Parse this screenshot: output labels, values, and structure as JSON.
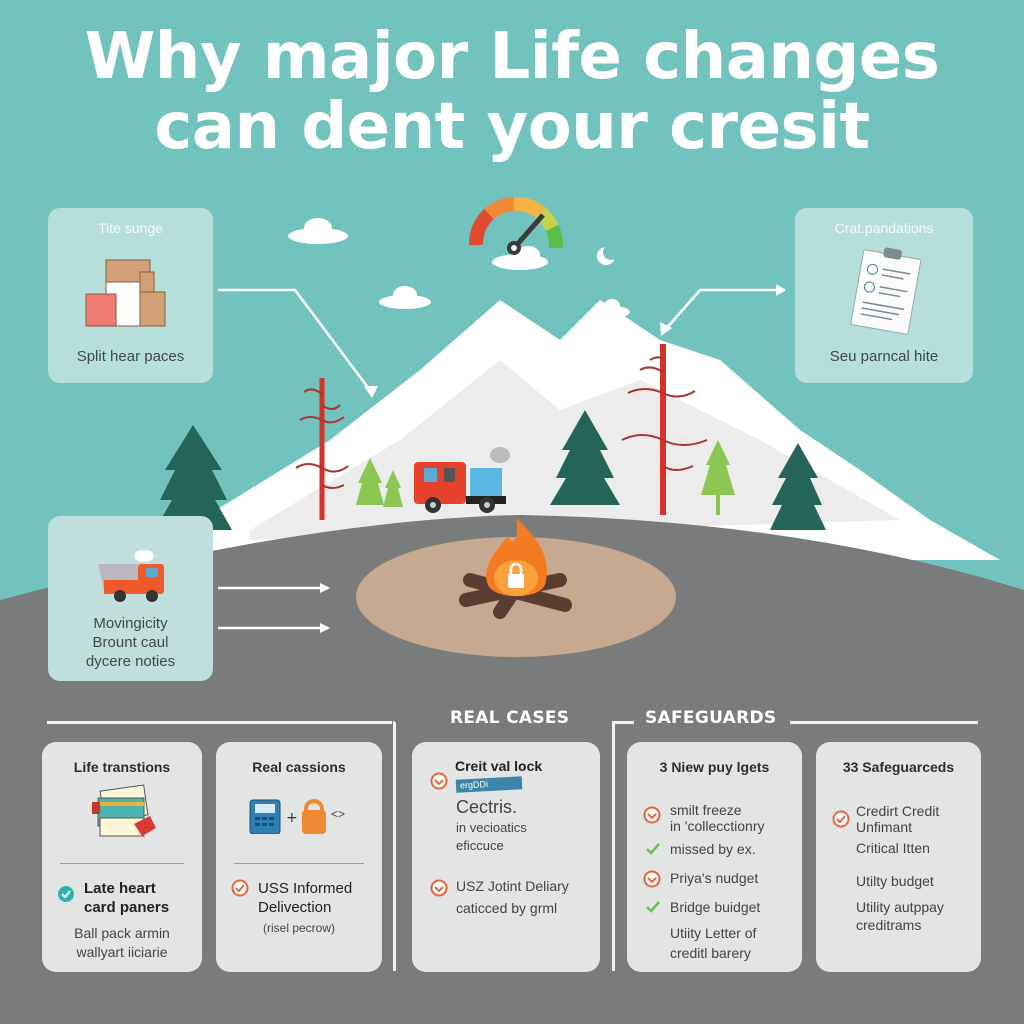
{
  "title": {
    "line1": "Why major Life changes",
    "line2": "can dent your cresit"
  },
  "colors": {
    "sky": "#72c2bd",
    "ground": "#7a7c7c",
    "accent_orange": "#e8643a",
    "check_green": "#6bbf59",
    "check_teal": "#2fb3b0"
  },
  "top_cards": {
    "left": {
      "title": "Tite sunge",
      "caption": "Split hear paces",
      "icon": "moving-boxes-icon"
    },
    "right": {
      "title": "Crat.pandations",
      "caption": "Seu parncal hite",
      "icon": "clipboard-checklist-icon"
    },
    "lower_left": {
      "lines": [
        "Movingicity",
        "Brount caul",
        "dycere noties"
      ],
      "icon": "moving-truck-icon"
    }
  },
  "scene": {
    "gauge": "credit-score-gauge-icon",
    "campfire": "campfire-lock-icon",
    "truck": "delivery-truck-icon"
  },
  "sections": {
    "real_cases": "REAL CASES",
    "safeguards": "SAFEGUARDS"
  },
  "panels": [
    {
      "title": "Life transtions",
      "icon": "credit-cards-icon",
      "item_bold": [
        "Late heart",
        "card paners"
      ],
      "item_icon": "teal-check-icon",
      "sub": [
        "Ball pack armin",
        "wallyart iiciarie"
      ]
    },
    {
      "title": "Real cassions",
      "icon": "calculator-plus-lock-icon",
      "icon_suffix": "<>",
      "item_bold": [
        "USS Informed",
        "Delivection"
      ],
      "item_icon": "orange-check-icon",
      "sub": [
        "(risel pecrow)"
      ]
    },
    {
      "title": "Creit val lock",
      "badge": "ergDDi",
      "items": [
        {
          "icon": "orange-check-icon",
          "lines": [
            "Cectris.",
            "in vecioatics",
            "eficcuce"
          ]
        },
        {
          "icon": "orange-check-icon",
          "lines": [
            "USZ Jotint Deliary",
            "caticced by grml"
          ]
        }
      ]
    },
    {
      "title": "3 Niew puy lgets",
      "items": [
        {
          "icon": "orange-check-icon",
          "lines": [
            "smilt freeze",
            "in 'collecctionry"
          ]
        },
        {
          "icon": "green-check-icon",
          "lines": [
            "missed by ex."
          ]
        },
        {
          "icon": "orange-check-icon",
          "lines": [
            "Priya's nudget"
          ]
        },
        {
          "icon": "green-check-icon",
          "lines": [
            "Bridge buidget"
          ]
        },
        {
          "icon": "none",
          "lines": [
            "Utiity Letter of",
            "creditl barery"
          ]
        }
      ]
    },
    {
      "title": "33 Safeguarceds",
      "items": [
        {
          "icon": "orange-check-icon",
          "lines": [
            "Credirt Credit",
            "Unfimant"
          ]
        },
        {
          "icon": "none",
          "lines": [
            "Critical Itten"
          ]
        },
        {
          "icon": "none",
          "lines": [
            "Utilty budget"
          ]
        },
        {
          "icon": "none",
          "lines": [
            "Utility autppay",
            "creditrams"
          ]
        }
      ]
    }
  ]
}
